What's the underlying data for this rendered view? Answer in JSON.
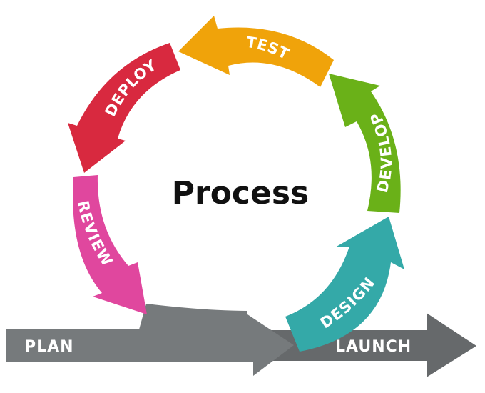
{
  "title": "Process",
  "stages": [
    {
      "key": "test",
      "label": "TEST",
      "color": "#f0a30a"
    },
    {
      "key": "develop",
      "label": "DEVELOP",
      "color": "#6ab118"
    },
    {
      "key": "design",
      "label": "DESIGN",
      "color": "#34a9a8"
    },
    {
      "key": "review",
      "label": "REVIEW",
      "color": "#e0479e"
    },
    {
      "key": "deploy",
      "label": "DEPLOY",
      "color": "#d8293f"
    }
  ],
  "timeline": {
    "plan": {
      "label": "PLAN",
      "color": "#767a7c"
    },
    "launch": {
      "label": "LAUNCH",
      "color": "#66696b"
    }
  }
}
